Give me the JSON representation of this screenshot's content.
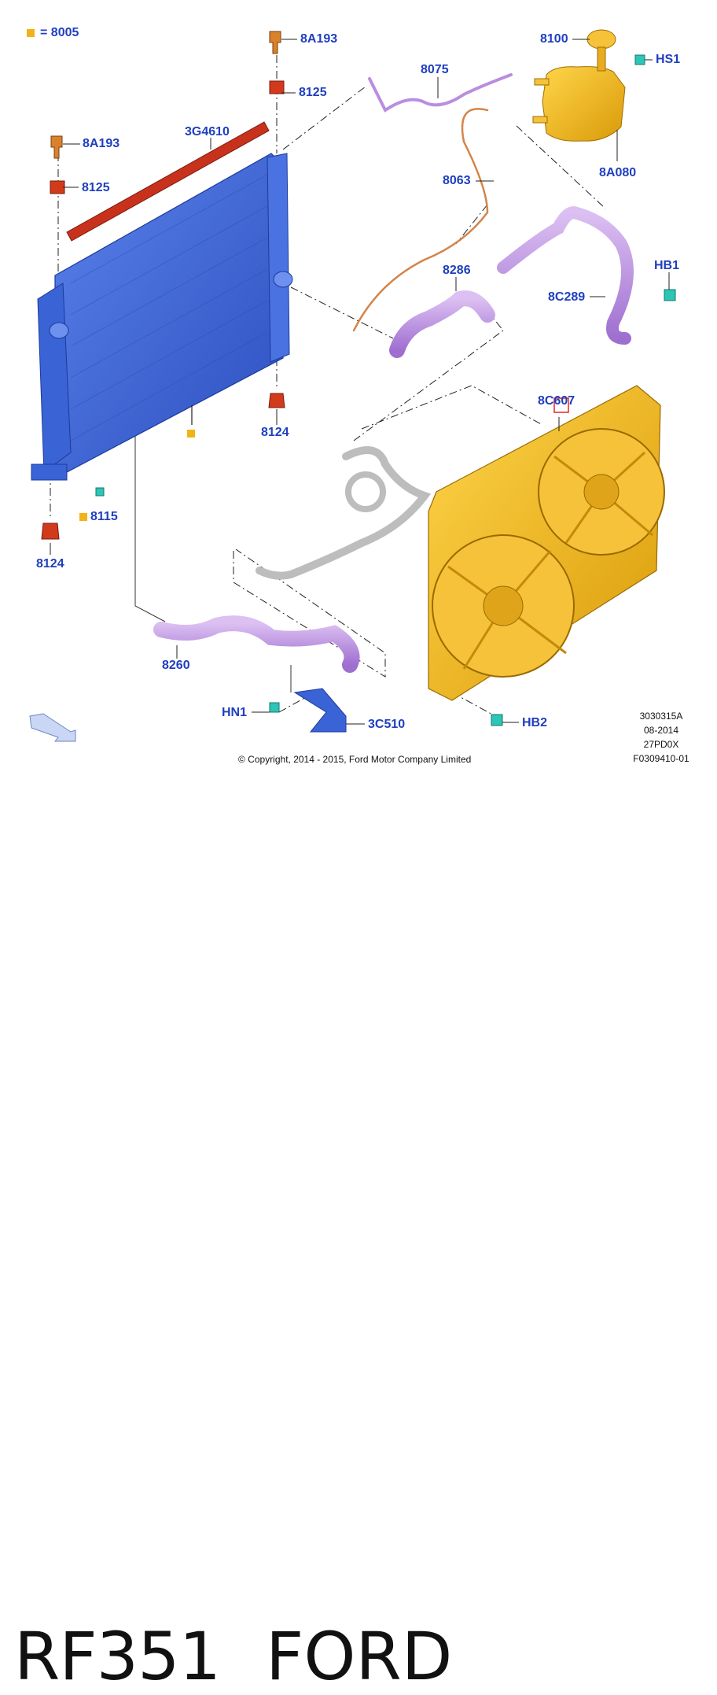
{
  "legend": {
    "symbol_color": "#f2b318",
    "text": "= 8005"
  },
  "labels": {
    "p8A193_top": "8A193",
    "p8125_top": "8125",
    "p8A193_left": "8A193",
    "p8125_left": "8125",
    "p3G4610": "3G4610",
    "p8075": "8075",
    "p8100": "8100",
    "pHS1": "HS1",
    "p8063": "8063",
    "p8A080": "8A080",
    "p8286": "8286",
    "pHB1": "HB1",
    "p8C289": "8C289",
    "p8C607": "8C607",
    "p8124_mid": "8124",
    "p8115": "8115",
    "p8124_left": "8124",
    "p8260": "8260",
    "pHN1": "HN1",
    "p3C510": "3C510",
    "pHB2": "HB2"
  },
  "reference_block": [
    "3030315A",
    "08-2014",
    "27PD0X",
    "F0309410-01"
  ],
  "copyright": "© Copyright, 2014 - 2015, Ford Motor Company Limited",
  "title": {
    "code": "RF351",
    "brand": "FORD"
  },
  "colors": {
    "label_blue": "#1f3fbf",
    "radiator_blue": "#3a63d6",
    "fan_yellow": "#f2b318",
    "hose_purple": "#b98ee0",
    "fastener_red": "#d23a1c",
    "fastener_teal": "#2ec4b6",
    "seal_red": "#c8321c"
  }
}
